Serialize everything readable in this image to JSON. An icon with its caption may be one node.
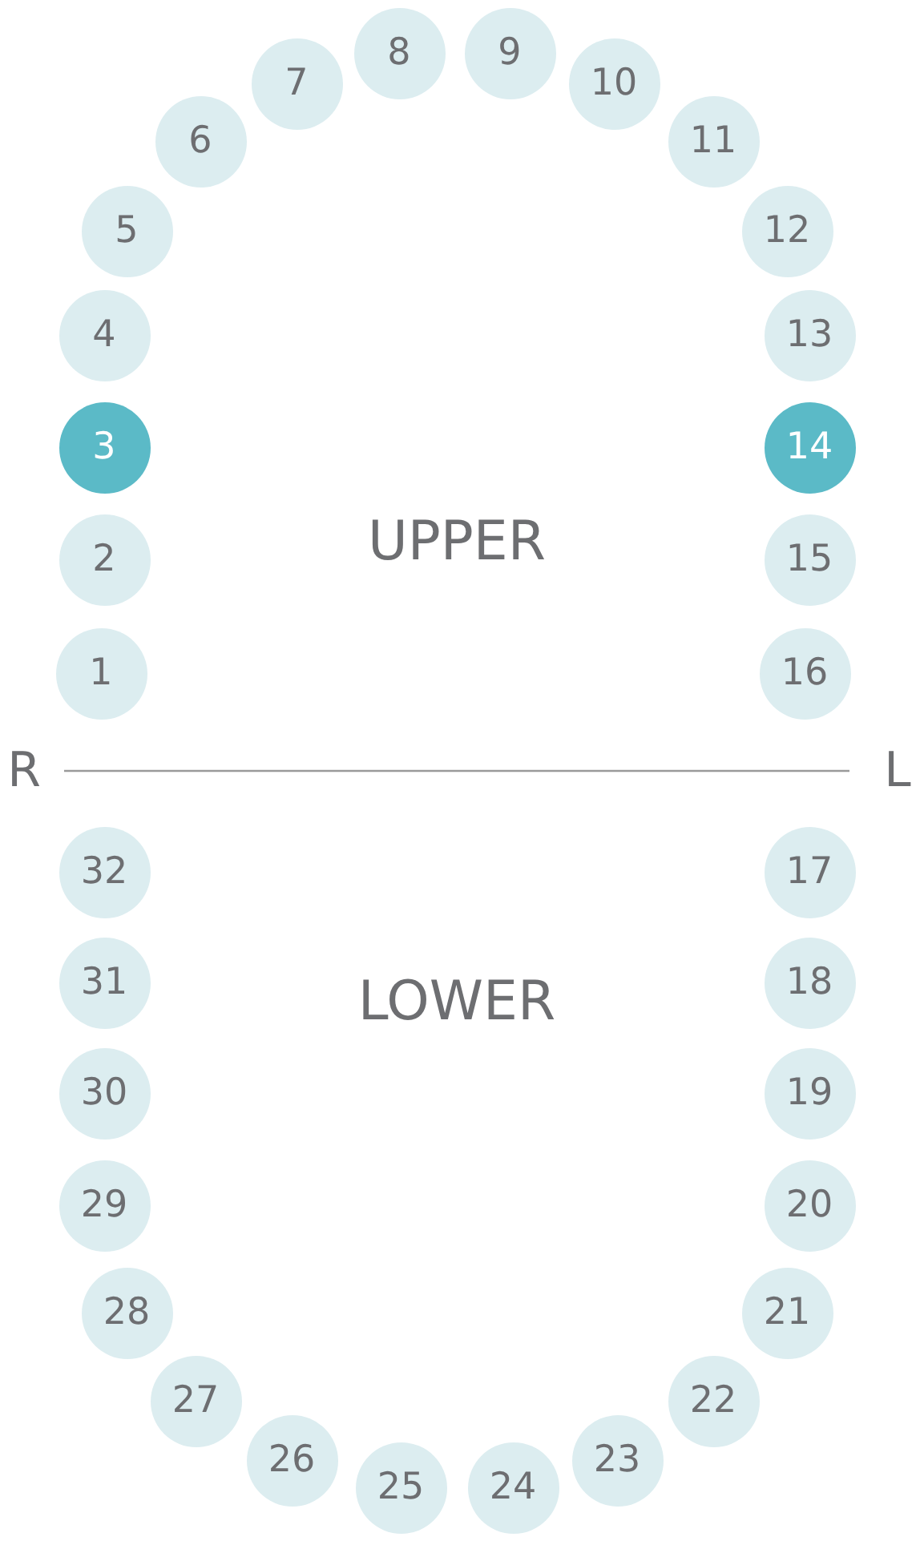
{
  "diagram": {
    "nodes": [
      {
        "text": [
          "1"
        ]
      },
      {
        "text": [
          "2"
        ]
      },
      {
        "text": [
          "3"
        ]
      },
      {
        "text": [
          "4"
        ]
      },
      {
        "text": [
          "5"
        ]
      },
      {
        "text": [
          "6"
        ]
      },
      {
        "text": [
          "7"
        ]
      },
      {
        "text": [
          "8"
        ]
      },
      {
        "text": [
          "9"
        ]
      },
      {
        "text": [
          "10"
        ]
      },
      {
        "text": [
          "11"
        ]
      },
      {
        "text": [
          "12"
        ]
      },
      {
        "text": [
          "13"
        ]
      },
      {
        "text": [
          "14"
        ]
      },
      {
        "text": [
          "15"
        ]
      },
      {
        "text": [
          "16"
        ]
      },
      {
        "text": [
          "17"
        ]
      },
      {
        "text": [
          "18"
        ]
      },
      {
        "text": [
          "19"
        ]
      },
      {
        "text": [
          "20"
        ]
      },
      {
        "text": [
          "21"
        ]
      },
      {
        "text": [
          "22"
        ]
      },
      {
        "text": [
          "23"
        ]
      },
      {
        "text": [
          "24"
        ]
      },
      {
        "text": [
          "25"
        ]
      },
      {
        "text": [
          "26"
        ]
      },
      {
        "text": [
          "27"
        ]
      },
      {
        "text": [
          "28"
        ]
      },
      {
        "text": [
          "29"
        ]
      },
      {
        "text": [
          "30"
        ]
      },
      {
        "text": [
          "31"
        ]
      },
      {
        "text": [
          "32"
        ]
      }
    ],
    "labels": [
      "UPPER",
      "R",
      "L",
      "LOWER"
    ]
  }
}
